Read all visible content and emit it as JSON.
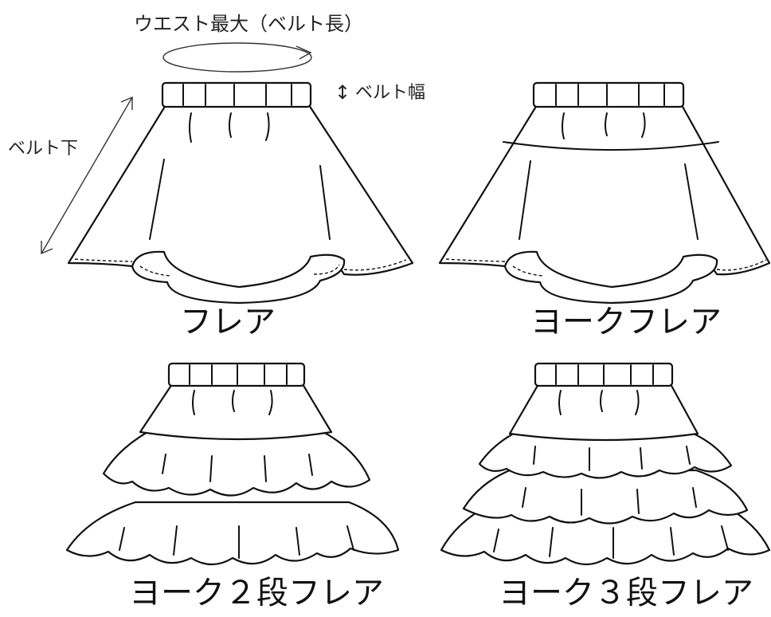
{
  "annotations": {
    "waist": "ウエスト最大（ベルト長）",
    "belt_width_arrow": "↕",
    "belt_width": "ベルト幅",
    "below_belt": "ベルト下"
  },
  "styles": [
    {
      "label": "フレア"
    },
    {
      "label": "ヨークフレア"
    },
    {
      "label": "ヨーク２段フレア"
    },
    {
      "label": "ヨーク３段フレア"
    }
  ]
}
